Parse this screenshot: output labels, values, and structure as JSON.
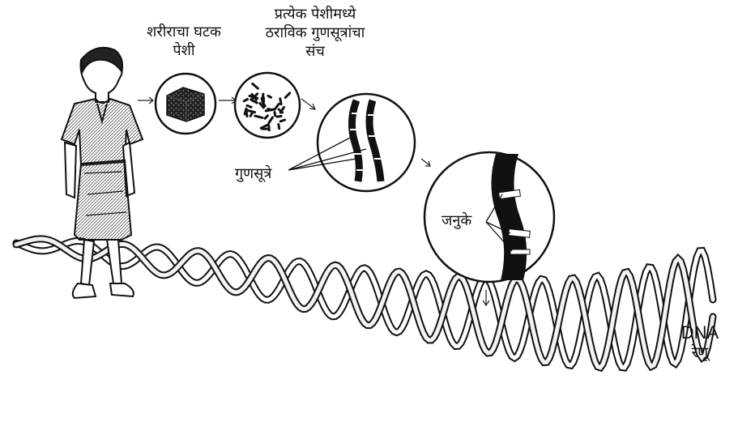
{
  "labels": {
    "cell": [
      "शरीराचा घटक",
      "पेशी"
    ],
    "chromosome_set": [
      "प्रत्येक पेशीमध्ये",
      "ठराविक गुणसूत्रांचा",
      "संच"
    ],
    "chromosomes": "गुणसूत्रे",
    "genes": "जनुके",
    "dna": [
      "DNA",
      "रेणू"
    ]
  },
  "icons": [
    "person-figure",
    "cell-block-icon",
    "chromosome-cluster-icon",
    "chromosome-pair-icon",
    "gene-band-icon",
    "dna-double-helix"
  ]
}
